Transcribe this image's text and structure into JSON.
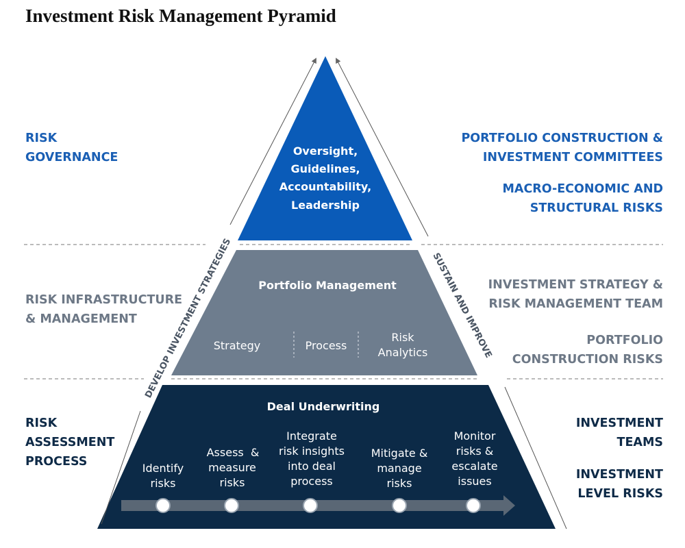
{
  "title": "Investment Risk Management Pyramid",
  "colors": {
    "top": "#0a5bb8",
    "middle": "#6e7d8e",
    "bottom": "#0c2a47",
    "arrow": "#5a6775"
  },
  "left_labels": {
    "top": "RISK\nGOVERNANCE",
    "middle": "RISK INFRASTRUCTURE\n& MANAGEMENT",
    "bottom": "RISK\nASSESSMENT\nPROCESS"
  },
  "right_labels": {
    "top_1": "PORTFOLIO CONSTRUCTION &\nINVESTMENT COMMITTEES",
    "top_2": "MACRO-ECONOMIC AND\nSTRUCTURAL RISKS",
    "middle_1": "INVESTMENT STRATEGY &\nRISK MANAGEMENT TEAM",
    "middle_2": "PORTFOLIO\nCONSTRUCTION RISKS",
    "bottom_1": "INVESTMENT\nTEAMS",
    "bottom_2": "INVESTMENT\nLEVEL RISKS"
  },
  "side_arrows": {
    "left": "DEVELOP INVESTMENT STRATEGIES",
    "right": "SUSTAIN AND IMPROVE"
  },
  "top_tier": {
    "lines": [
      "Oversight,",
      "Guidelines,",
      "Accountability,",
      "Leadership"
    ]
  },
  "middle_tier": {
    "heading": "Portfolio Management",
    "items": [
      [
        "Strategy"
      ],
      [
        "Process"
      ],
      [
        "Risk",
        "Analytics"
      ]
    ]
  },
  "bottom_tier": {
    "heading": "Deal Underwriting",
    "steps": [
      [
        "Identify",
        "risks"
      ],
      [
        "Assess  &",
        "measure",
        "risks"
      ],
      [
        "Integrate",
        "risk insights",
        "into deal",
        "process"
      ],
      [
        "Mitigate &",
        "manage",
        "risks"
      ],
      [
        "Monitor",
        "risks &",
        "escalate",
        "issues"
      ]
    ]
  }
}
